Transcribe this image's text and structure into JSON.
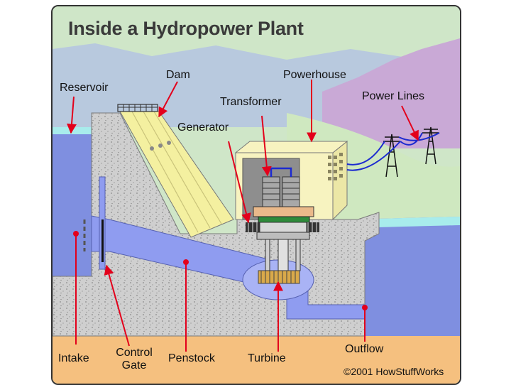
{
  "title": "Inside a Hydropower Plant",
  "labels": {
    "reservoir": "Reservoir",
    "dam": "Dam",
    "powerhouse": "Powerhouse",
    "transformer": "Transformer",
    "power_lines": "Power Lines",
    "generator": "Generator",
    "intake": "Intake",
    "control_gate": "Control\nGate",
    "penstock": "Penstock",
    "turbine": "Turbine",
    "outflow": "Outflow"
  },
  "copyright": "©2001 HowStuffWorks",
  "colors": {
    "water": "#7f8fe0",
    "water_surface": "#a8ecec",
    "concrete": "#cfcfcf",
    "ground": "#f5c07f",
    "arrow": "#e3001b"
  }
}
